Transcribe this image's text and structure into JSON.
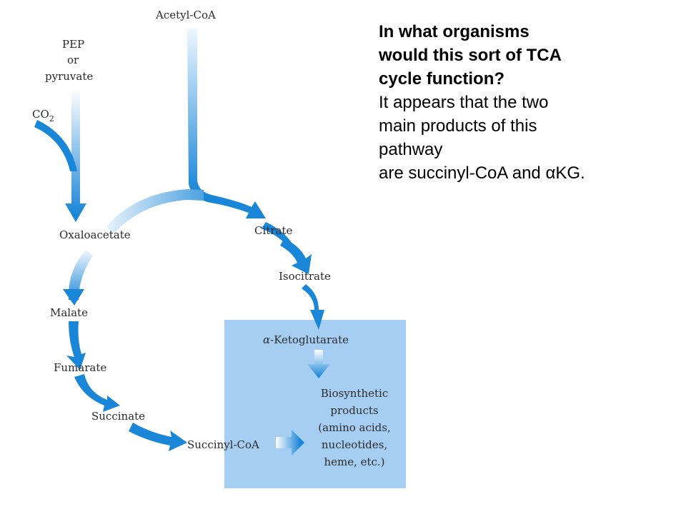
{
  "diagram": {
    "metabolites": {
      "acetyl_coa": "Acetyl-CoA",
      "pep": "PEP",
      "or": "or",
      "pyruvate": "pyruvate",
      "co2": "CO",
      "co2_sub": "2",
      "oxaloacetate": "Oxaloacetate",
      "citrate": "Citrate",
      "isocitrate": "Isocitrate",
      "akg_symbol": "α",
      "akg_rest": "-Ketoglutarate",
      "malate": "Malate",
      "fumarate": "Fumarate",
      "succinate": "Succinate",
      "succinyl_coa": "Succinyl-CoA"
    },
    "biosynthetic_lines": [
      "Biosynthetic",
      "products",
      "(amino acids,",
      "nucleotides,",
      "heme, etc.)"
    ],
    "colors": {
      "arrow": "#1a86d8",
      "arrow_light": "#d6ecfb",
      "box": "#a6cdf2"
    }
  },
  "text": {
    "question_lines": [
      "In what organisms",
      "would this sort of TCA",
      "cycle function?"
    ],
    "answer_lines": [
      "It appears that the two",
      "main products of this",
      "pathway",
      "are succinyl-CoA and αKG."
    ]
  }
}
